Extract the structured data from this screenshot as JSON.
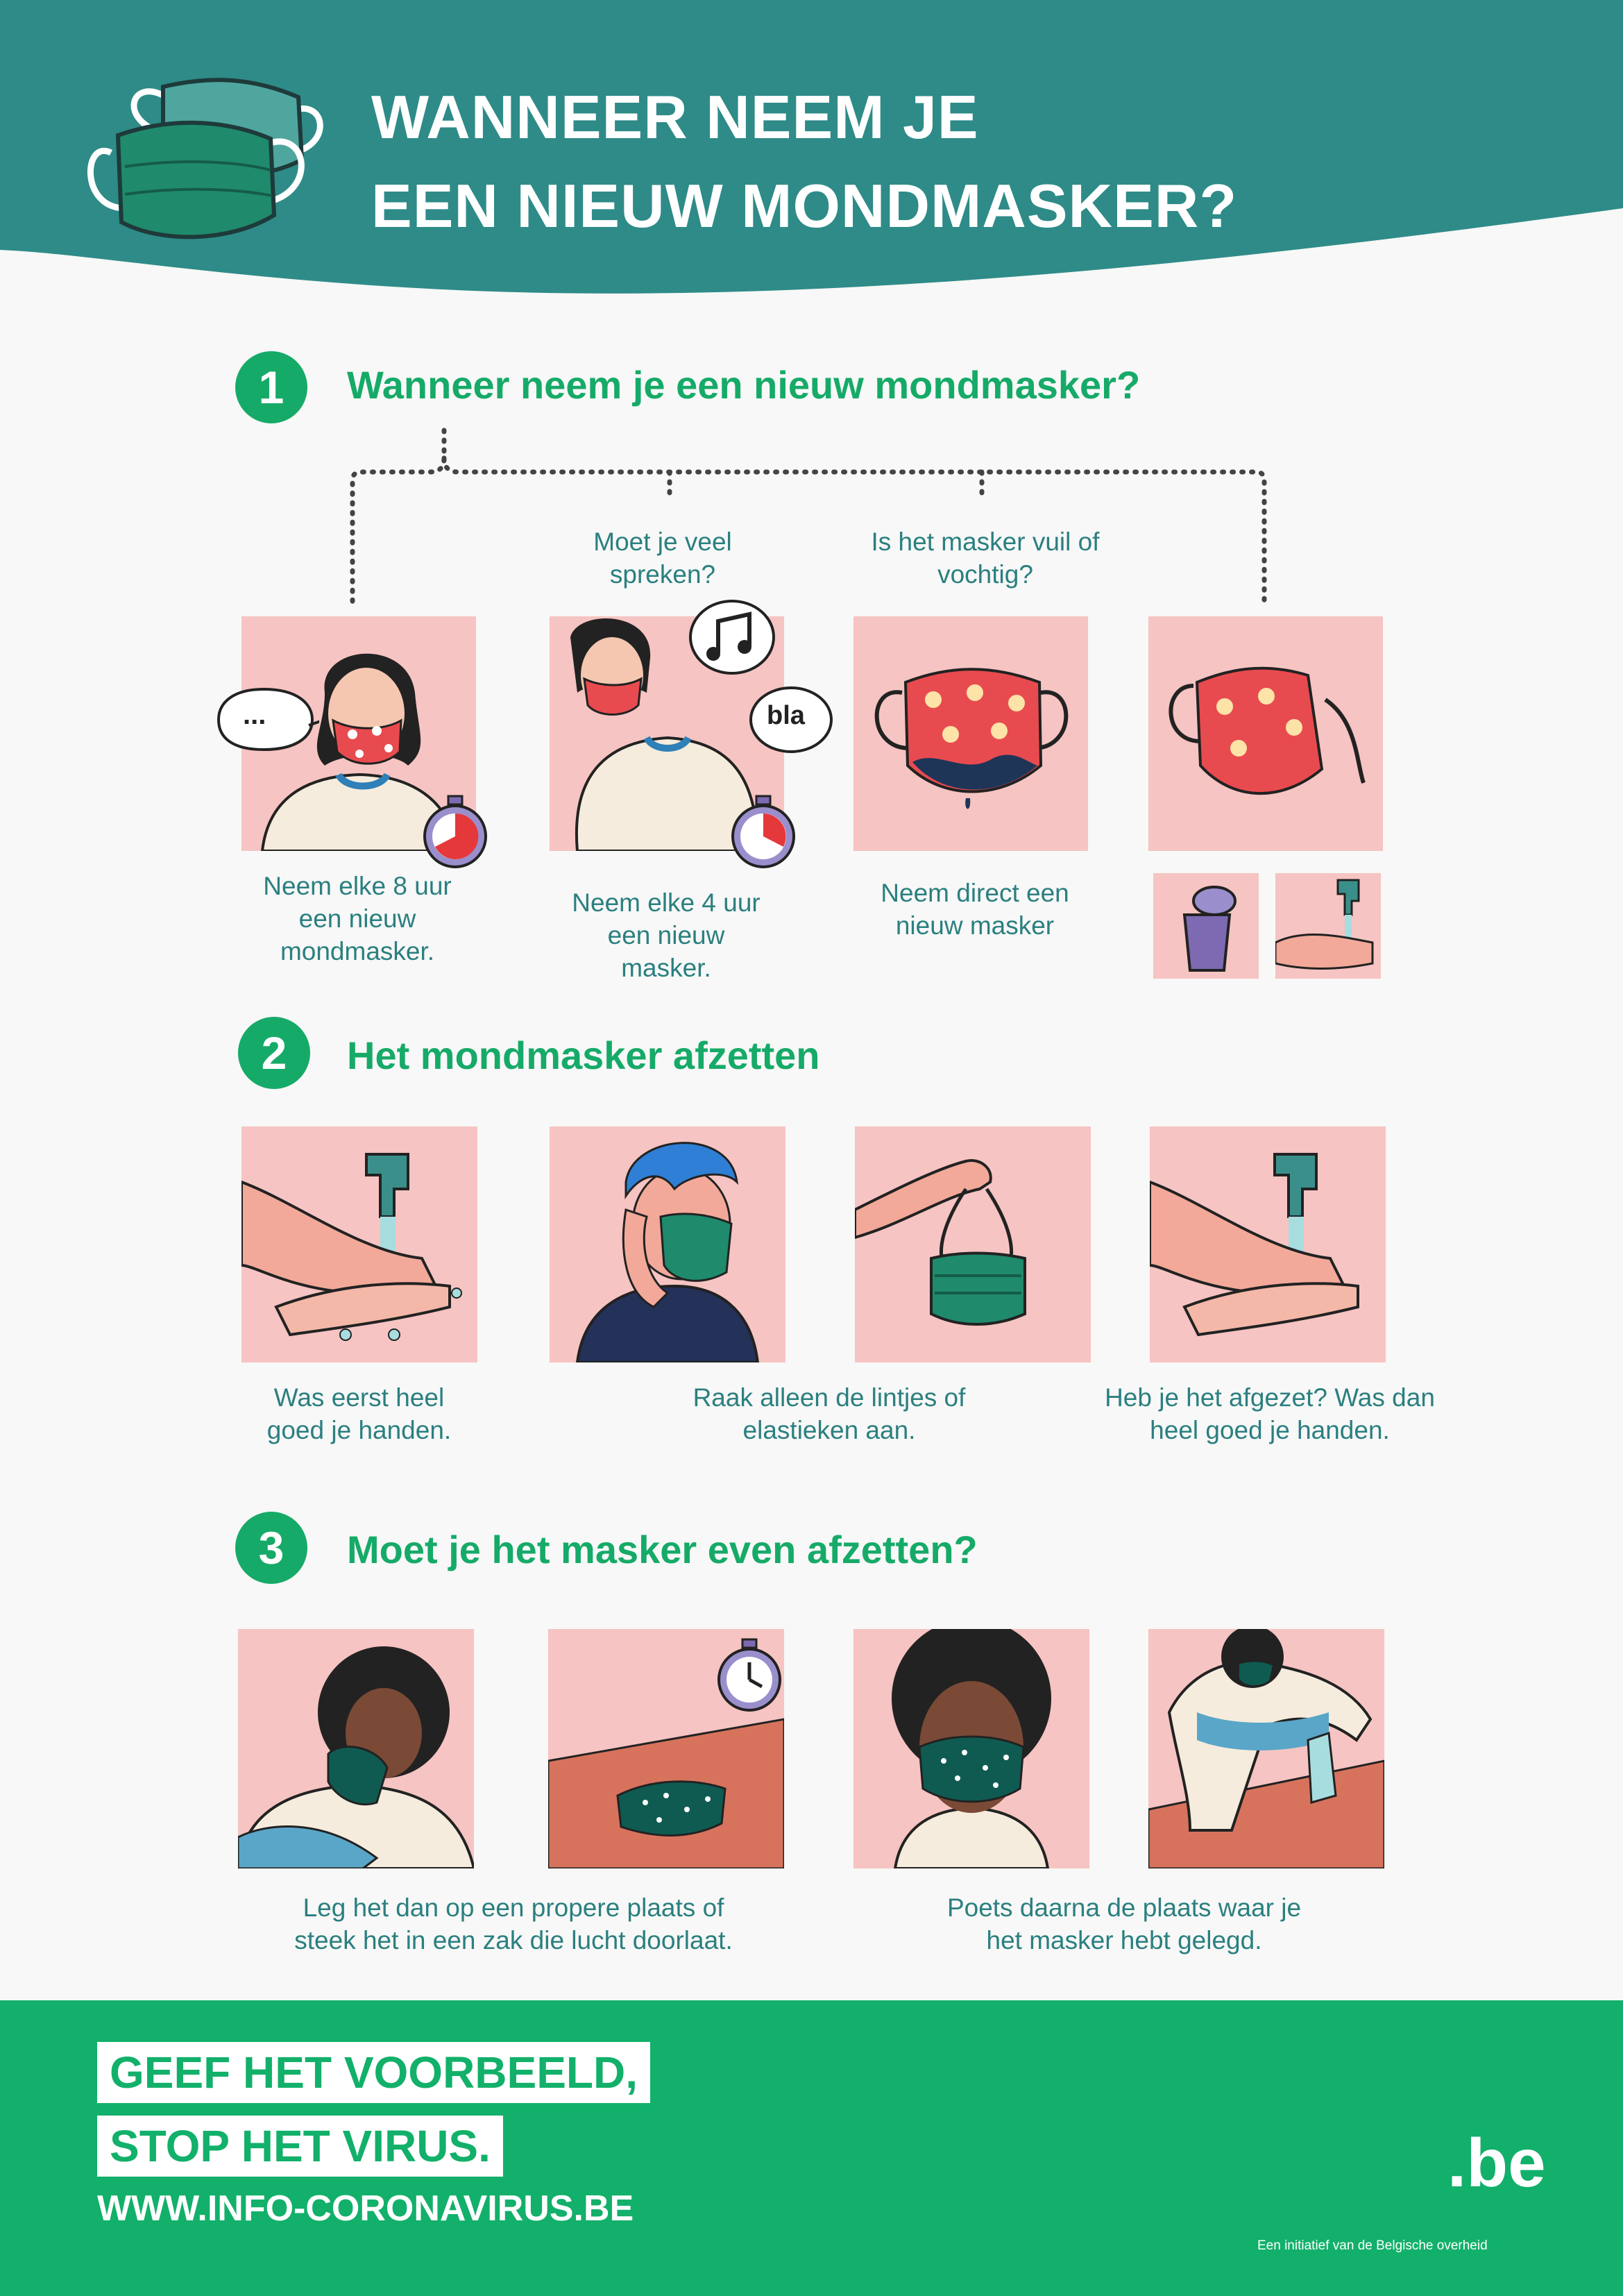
{
  "header": {
    "title_line1": "WANNEER NEEM JE",
    "title_line2": "EEN NIEUW MONDMASKER?"
  },
  "section1": {
    "number": "1",
    "title": "Wanneer neem je een nieuw mondmasker?",
    "questions": [
      "Moet je veel spreken?",
      "Is het masker vuil of vochtig?"
    ],
    "bubbles": [
      "...",
      "bla"
    ],
    "captions": [
      "Neem elke 8 uur een nieuw mondmasker.",
      "Neem elke 4 uur een nieuw masker.",
      "Neem direct een nieuw masker"
    ]
  },
  "section2": {
    "number": "2",
    "title": "Het mondmasker afzetten",
    "captions": [
      "Was eerst heel goed je handen.",
      "Raak alleen de lintjes of elastieken aan.",
      "Heb je het afgezet? Was dan heel goed je handen."
    ]
  },
  "section3": {
    "number": "3",
    "title": "Moet je het masker even afzetten?",
    "captions": [
      "Leg het dan op een propere plaats of steek het in een zak die lucht doorlaat.",
      "Poets daarna de plaats waar je het masker hebt gelegd."
    ]
  },
  "footer": {
    "slogan1": "GEEF HET VOORBEELD,",
    "slogan2": "STOP HET VIRUS.",
    "url": "WWW.INFO-CORONAVIRUS.BE",
    "logo": ".be",
    "tagline": "Een initiatief van de Belgische overheid"
  },
  "colors": {
    "header_teal": "#2e8b88",
    "accent_green": "#16aa68",
    "caption_teal": "#2b7f80",
    "panel_pink": "#f6c4c2"
  }
}
